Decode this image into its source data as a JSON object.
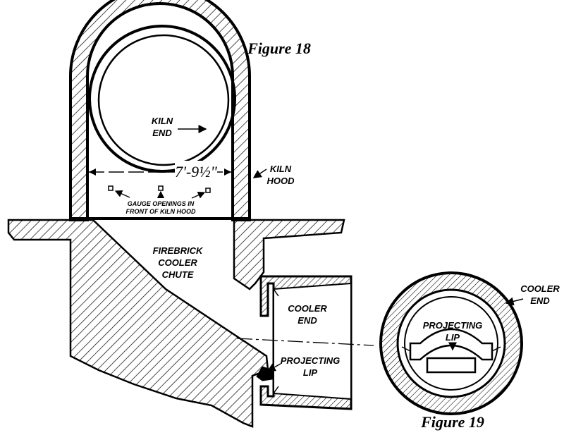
{
  "figures": {
    "fig18": "Figure 18",
    "fig19": "Figure 19"
  },
  "labels": {
    "kiln_end": [
      "KILN",
      "END"
    ],
    "kiln_hood": [
      "KILN",
      "HOOD"
    ],
    "dimension": "7'-9½\"",
    "gauge": [
      "GAUGE OPENINGS IN",
      "FRONT OF KILN HOOD"
    ],
    "chute": [
      "FIREBRICK",
      "COOLER",
      "CHUTE"
    ],
    "cooler_end": [
      "COOLER",
      "END"
    ],
    "projecting_lip": [
      "PROJECTING",
      "LIP"
    ],
    "cooler_end_19": [
      "COOLER",
      "END"
    ],
    "projecting_lip_19": [
      "PROJECTING",
      "LIP"
    ]
  }
}
